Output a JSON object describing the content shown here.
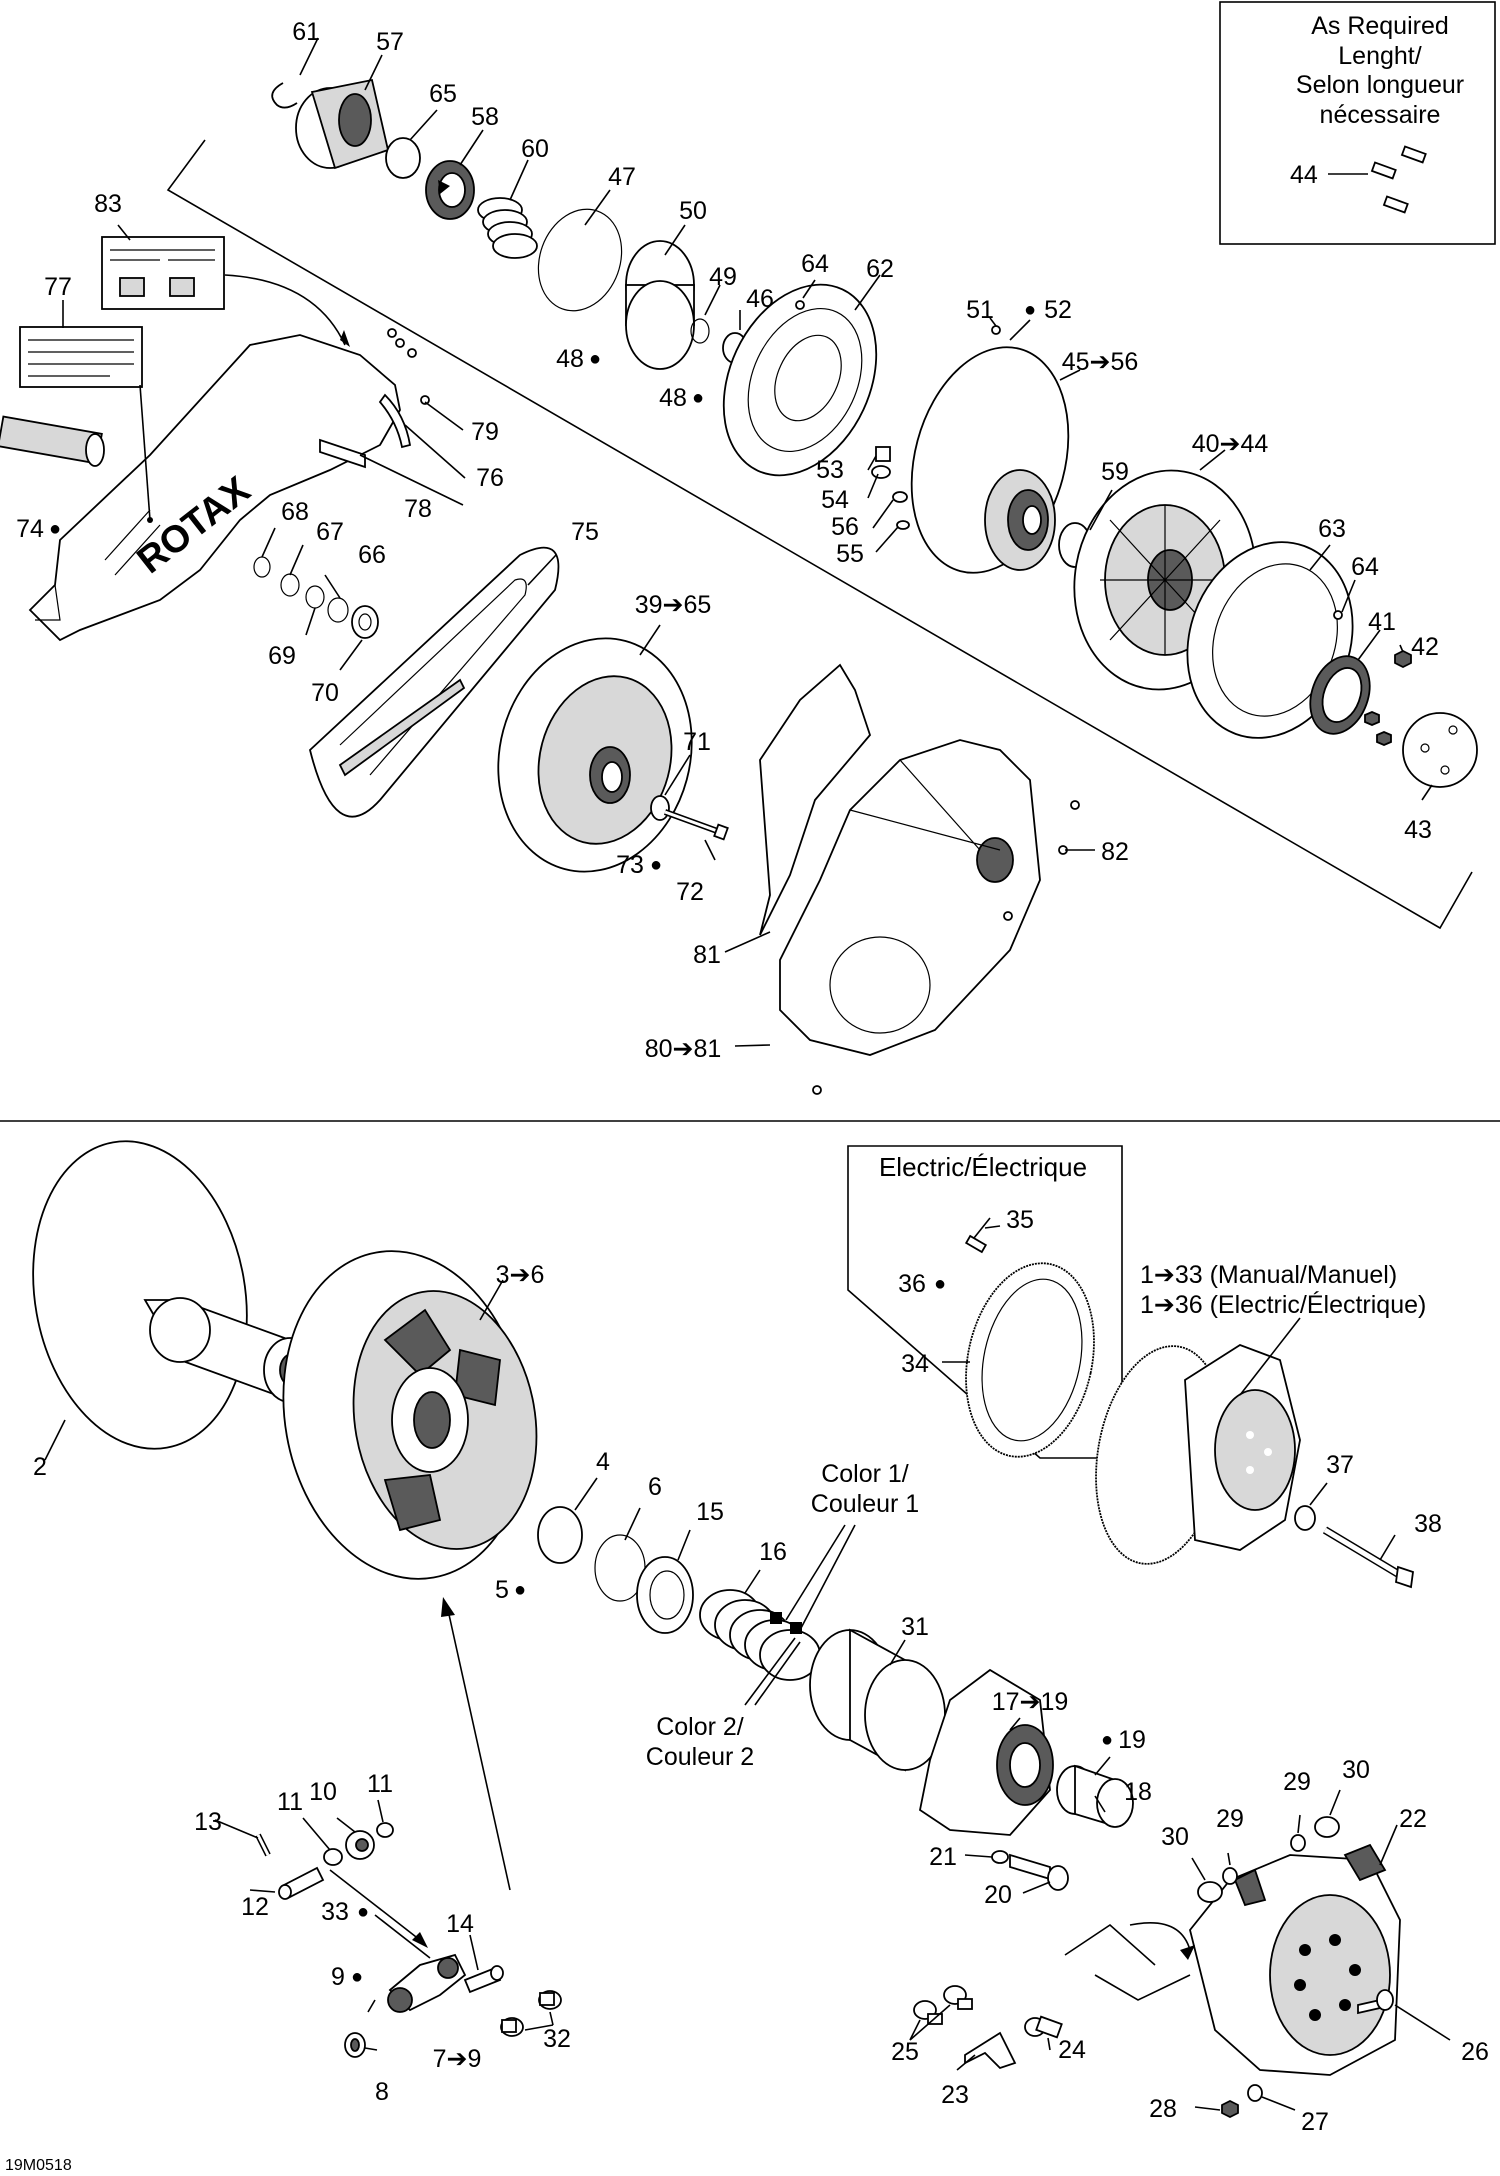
{
  "boxes": {
    "as_required": {
      "line1": "As Required",
      "line2": "Lenght/",
      "line3": "Selon longueur",
      "line4": "nécessaire"
    },
    "electric": {
      "title": "Electric/Électrique"
    }
  },
  "ranges": {
    "r_45_56": "45➔56",
    "r_40_44": "40➔44",
    "r_39_65": "39➔65",
    "r_80_81": "80➔81",
    "r_3_6": "3➔6",
    "r_17_19": "17➔19",
    "r_7_9": "7➔9",
    "r_1_33": "1➔33 (Manual/Manuel)",
    "r_1_36": "1➔36 (Electric/Électrique)"
  },
  "colors": {
    "c1_line1": "Color 1/",
    "c1_line2": "Couleur 1",
    "c2_line1": "Color 2/",
    "c2_line2": "Couleur 2"
  },
  "labels": {
    "p61": "61",
    "p57": "57",
    "p65a": "65",
    "p58": "58",
    "p60": "60",
    "p47": "47",
    "p50": "50",
    "p49": "49",
    "p46": "46",
    "p48a": "48",
    "p48b": "48",
    "p64a": "64",
    "p62": "62",
    "p51": "51",
    "p52": "52",
    "p53": "53",
    "p54": "54",
    "p56": "56",
    "p55": "55",
    "p59": "59",
    "p63": "63",
    "p64b": "64",
    "p41": "41",
    "p42": "42",
    "p43": "43",
    "p44": "44",
    "p83": "83",
    "p77": "77",
    "p79": "79",
    "p76": "76",
    "p78": "78",
    "p74": "74",
    "p68": "68",
    "p67": "67",
    "p66": "66",
    "p69": "69",
    "p70": "70",
    "p75": "75",
    "p71": "71",
    "p73": "73",
    "p72": "72",
    "p82": "82",
    "p81": "81",
    "p2": "2",
    "p4": "4",
    "p5": "5",
    "p6": "6",
    "p15": "15",
    "p16": "16",
    "p31": "31",
    "p18": "18",
    "p19": "19",
    "p21": "21",
    "p20": "20",
    "p22": "22",
    "p29a": "29",
    "p29b": "29",
    "p30a": "30",
    "p30b": "30",
    "p26": "26",
    "p27": "27",
    "p28": "28",
    "p23": "23",
    "p24": "24",
    "p25": "25",
    "p35": "35",
    "p36": "36",
    "p34": "34",
    "p37": "37",
    "p38": "38",
    "p13": "13",
    "p11a": "11",
    "p10": "10",
    "p11b": "11",
    "p12": "12",
    "p33": "33",
    "p9": "9",
    "p8": "8",
    "p14": "14",
    "p32": "32"
  },
  "symbols": {
    "drop": "●"
  },
  "brand": {
    "text": "ROTAX"
  },
  "code": "19M0518"
}
